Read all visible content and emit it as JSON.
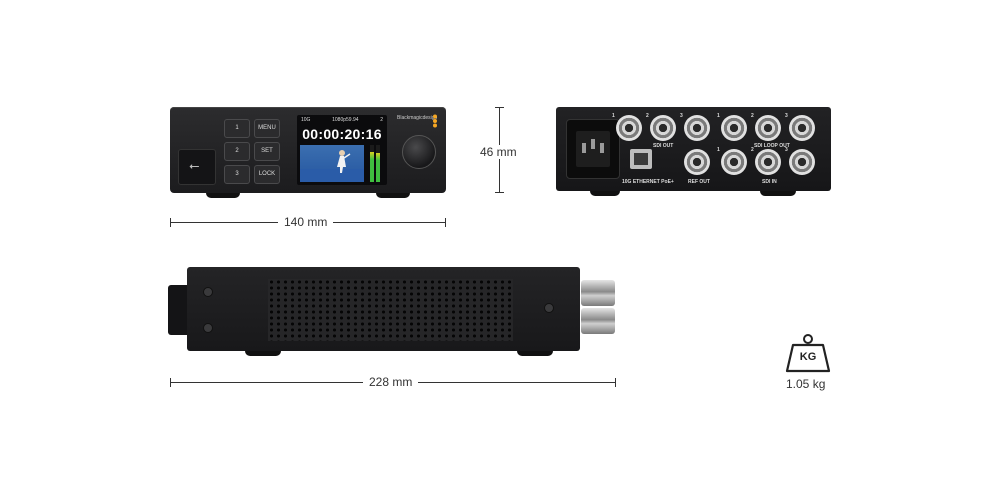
{
  "dimensions": {
    "front_width": "140 mm",
    "height": "46 mm",
    "depth": "228 mm"
  },
  "weight": {
    "icon_label": "KG",
    "value": "1.05 kg",
    "icon": "weight-icon"
  },
  "front_panel": {
    "keys": [
      "1",
      "MENU",
      "2",
      "SET",
      "3",
      "LOCK"
    ],
    "lcd": {
      "link": "10G",
      "format": "1080p59.94",
      "channel": "2",
      "timecode": "00:00:20:16"
    },
    "brand": "Blackmagicdesign"
  },
  "rear_panel": {
    "labels": {
      "sdi_out": "SDI OUT",
      "sdi_loop_out": "SDI LOOP OUT",
      "ethernet": "10G ETHERNET PoE+",
      "ref_out": "REF OUT",
      "sdi_in": "SDI IN"
    },
    "port_numbers": [
      "1",
      "2",
      "3",
      "1",
      "2",
      "3",
      "1",
      "2",
      "3"
    ]
  },
  "colors": {
    "chassis": "#1e1e20",
    "lcd_video": "#2d62aa",
    "meter_green": "#3fbf3f",
    "meter_yellow": "#d8d020",
    "brand_dot": "#f5a623"
  }
}
